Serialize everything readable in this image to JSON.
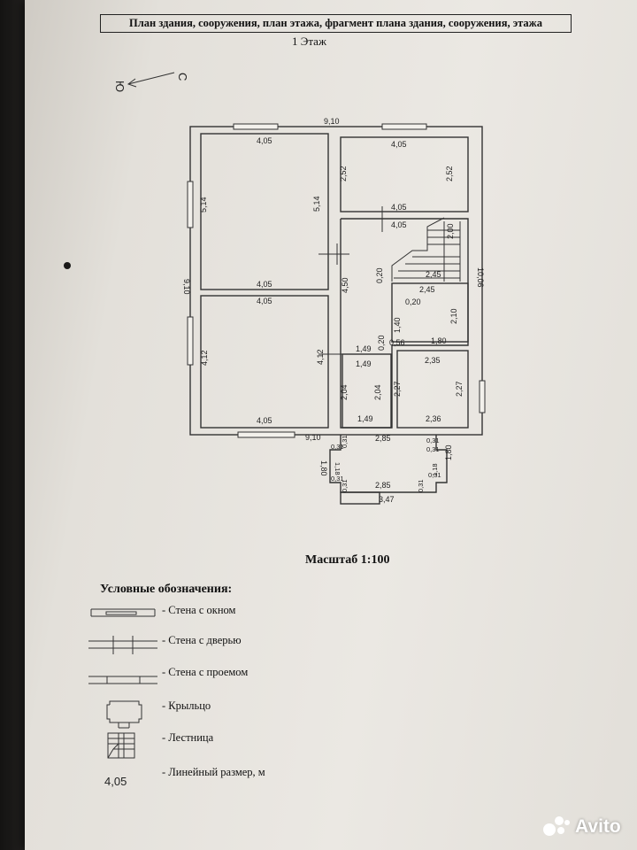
{
  "header": {
    "title": "План здания, сооружения, план этажа, фрагмент плана здания, сооружения, этажа",
    "floor_label": "1 Этаж"
  },
  "compass": {
    "south": "С",
    "north": "Ю"
  },
  "plan": {
    "dims": {
      "total_width_top": "9,10",
      "total_width_bottom": "9,10",
      "total_height_left": "10,06",
      "total_height_right": "10,06",
      "room1_top": "4,05",
      "room1_bottom": "4,05",
      "room1_left": "5,14",
      "room1_right": "5,14",
      "room2_top": "4,05",
      "room2_bottom": "4,05",
      "room2_left": "2,52",
      "room2_right": "2,52",
      "room3_top": "4,05",
      "room3_bottom": "4,05",
      "room3_left": "4,12",
      "room3_right": "4,12",
      "hall_top": "4,05",
      "hall_left": "4,50",
      "stair_width": "2,45",
      "stair_height": "2,00",
      "stair_gap": "0,20",
      "wc_width_top": "2,45",
      "wc_gap": "0,20",
      "wc_height_left": "1,40",
      "wc_height_right": "2,10",
      "wc_width_bottom": "1,80",
      "small_gap1": "0,20",
      "small_gap2": "0,56",
      "bath_top_a": "1,49",
      "bath_top_b": "1,49",
      "bath_left": "2,04",
      "bath_right": "2,04",
      "bath_bottom": "1,49",
      "room4_top": "2,35",
      "room4_left": "2,27",
      "room4_right": "2,27",
      "room4_bottom": "2,36",
      "porch_top": "2,85",
      "porch_bottom": "2,85",
      "porch_outer": "3,47",
      "porch_depth_left": "1,80",
      "porch_depth_right": "1,80",
      "porch_inner_left": "1,18",
      "porch_inner_right": "1,18",
      "porch_w1": "0,31",
      "porch_w2": "0,31",
      "porch_w3": "0,31",
      "porch_w4": "0,31",
      "porch_w5": "0,31",
      "porch_w6": "0,31",
      "porch_w7": "0,31",
      "porch_w8": "0,31"
    }
  },
  "scale": "Масштаб 1:100",
  "legend": {
    "title": "Условные обозначения:",
    "items": [
      {
        "label": "- Стена с окном"
      },
      {
        "label": "- Стена с дверью"
      },
      {
        "label": "- Стена с проемом"
      },
      {
        "label": "- Крыльцо"
      },
      {
        "label": "- Лестница"
      },
      {
        "label": "- Линейный размер, м"
      }
    ],
    "dim_example": "4,05"
  },
  "watermark": {
    "text": "Avito"
  }
}
